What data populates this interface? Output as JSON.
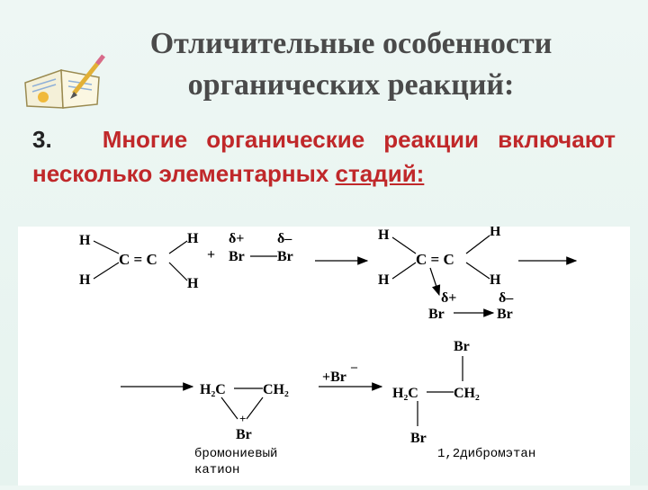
{
  "title": {
    "line1": "Отличительные особенности",
    "line2": "органических реакций:"
  },
  "point": {
    "number": "3.",
    "text": "Многие органические реакции включают несколько элементарных",
    "underlined": "стадий:"
  },
  "scheme": {
    "H": "H",
    "C": "C",
    "Br": "Br",
    "cc": "C = C",
    "cc_right": "C = C",
    "delta_plus": "δ+",
    "delta_minus": "δ–",
    "plus": "+",
    "h2c": "H₂C",
    "ch2": "CH₂",
    "plus_br": "+Br",
    "minus": "–",
    "bromonium_line1": "бромониевый",
    "bromonium_line2": "катион",
    "product": "1,2дибромэтан"
  }
}
